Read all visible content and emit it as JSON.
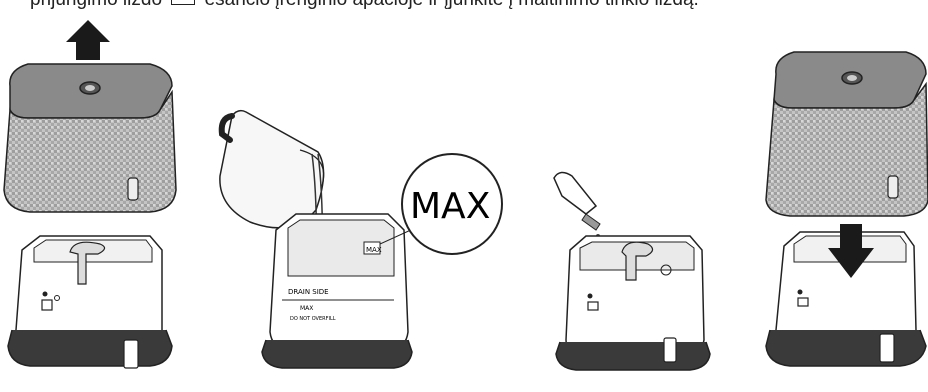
{
  "caption": {
    "before_icon": "prijungimo lizdo",
    "after_icon": "esančio įrenginio apačioje ir įjunkite į maitinimo tinklo lizdą."
  },
  "labels": {
    "max_big": "MAX",
    "max_small": "MAX",
    "drain_side": "DRAIN SIDE",
    "max_line": "MAX",
    "do_not_overfill": "DO NOT OVERFILL"
  },
  "colors": {
    "outline": "#222222",
    "cover_top": "#8a8a8a",
    "fabric": "#b5b5b5",
    "arrow": "#1a1a1a",
    "base_dark": "#3a3a3a"
  }
}
